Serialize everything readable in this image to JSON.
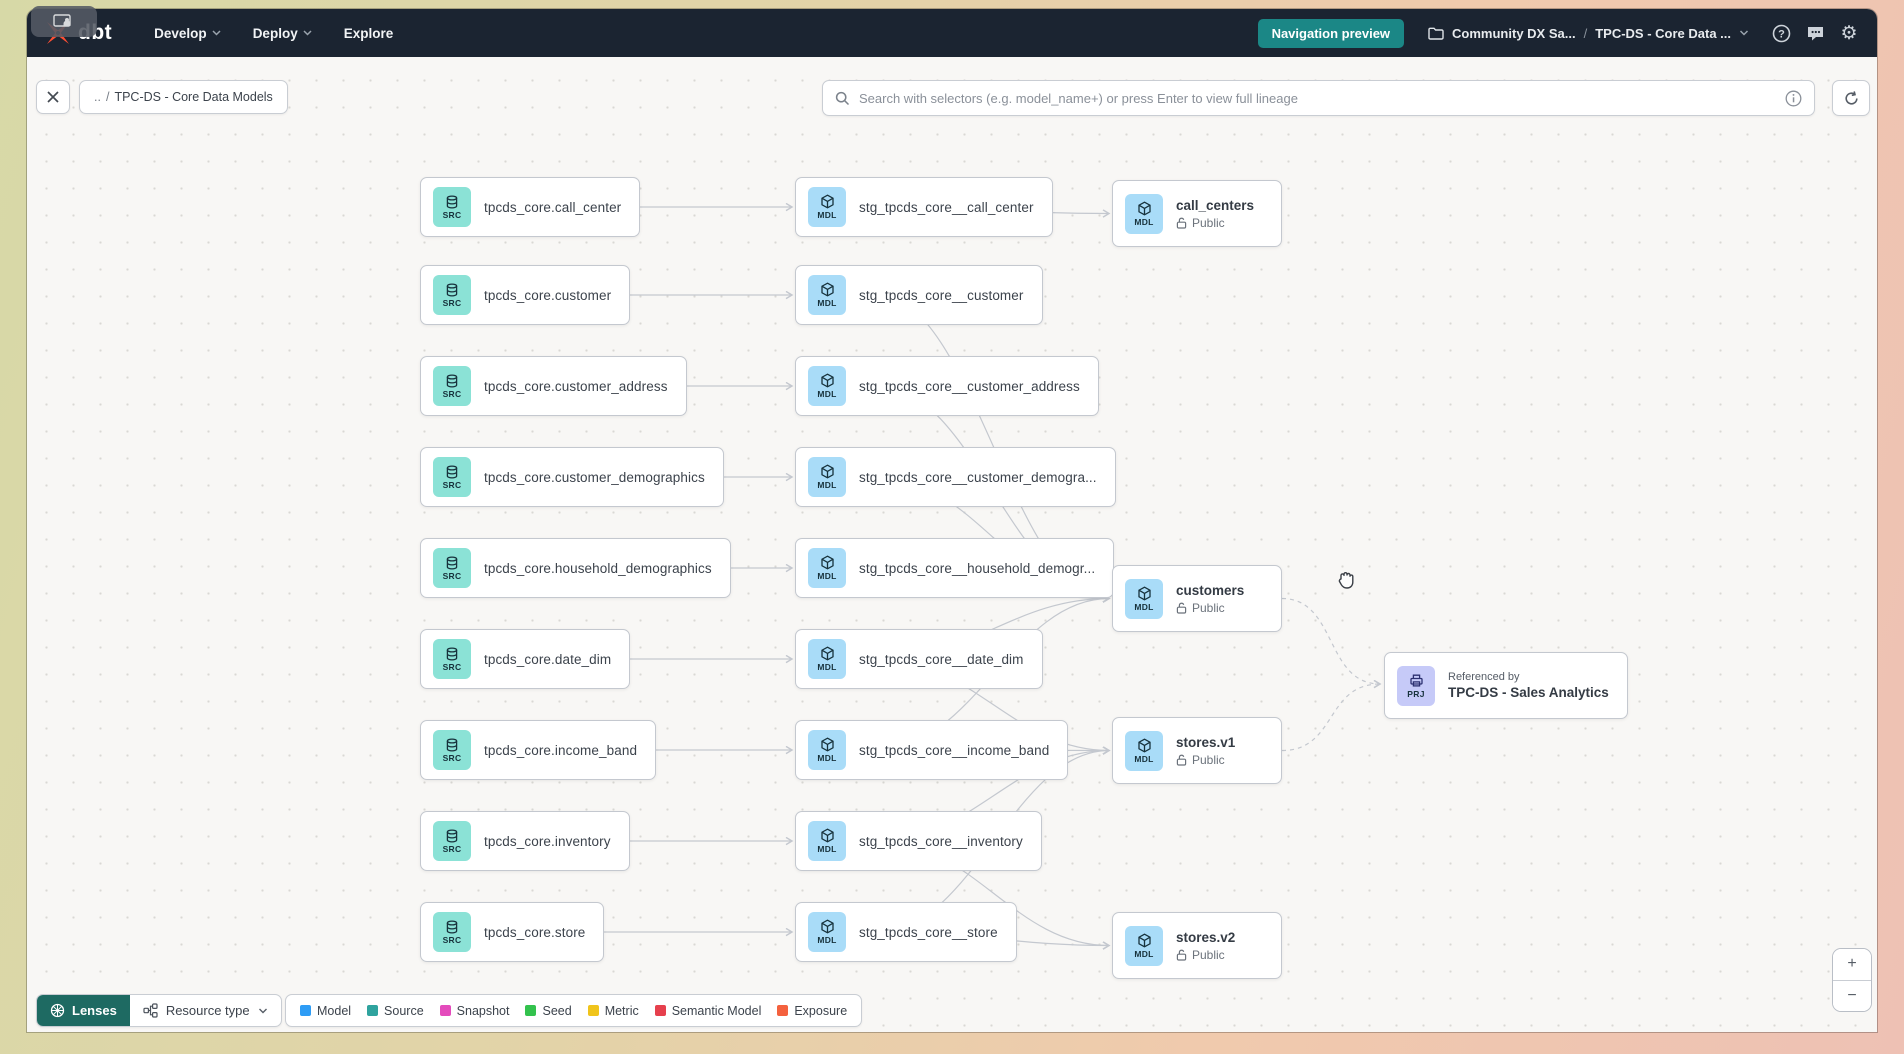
{
  "nav": {
    "logo_text": "dbt",
    "menus": [
      {
        "label": "Develop",
        "has_chevron": true
      },
      {
        "label": "Deploy",
        "has_chevron": true
      },
      {
        "label": "Explore",
        "has_chevron": false
      }
    ],
    "preview_button_label": "Navigation preview",
    "breadcrumb": {
      "project": "Community DX Sa...",
      "separator": "/",
      "page": "TPC-DS - Core Data ...",
      "chevron": "⌄"
    }
  },
  "toolbar": {
    "path_chip": {
      "back": "..",
      "separator": "/",
      "title": "TPC-DS - Core Data Models"
    },
    "search_placeholder": "Search with selectors (e.g. model_name+) or press Enter to view full lineage"
  },
  "graph": {
    "sources": [
      {
        "badge": "SRC",
        "label": "tpcds_core.call_center"
      },
      {
        "badge": "SRC",
        "label": "tpcds_core.customer"
      },
      {
        "badge": "SRC",
        "label": "tpcds_core.customer_address"
      },
      {
        "badge": "SRC",
        "label": "tpcds_core.customer_demographics"
      },
      {
        "badge": "SRC",
        "label": "tpcds_core.household_demographics"
      },
      {
        "badge": "SRC",
        "label": "tpcds_core.date_dim"
      },
      {
        "badge": "SRC",
        "label": "tpcds_core.income_band"
      },
      {
        "badge": "SRC",
        "label": "tpcds_core.inventory"
      },
      {
        "badge": "SRC",
        "label": "tpcds_core.store"
      }
    ],
    "staging": [
      {
        "badge": "MDL",
        "label": "stg_tpcds_core__call_center"
      },
      {
        "badge": "MDL",
        "label": "stg_tpcds_core__customer"
      },
      {
        "badge": "MDL",
        "label": "stg_tpcds_core__customer_address"
      },
      {
        "badge": "MDL",
        "label": "stg_tpcds_core__customer_demogra..."
      },
      {
        "badge": "MDL",
        "label": "stg_tpcds_core__household_demogr..."
      },
      {
        "badge": "MDL",
        "label": "stg_tpcds_core__date_dim"
      },
      {
        "badge": "MDL",
        "label": "stg_tpcds_core__income_band"
      },
      {
        "badge": "MDL",
        "label": "stg_tpcds_core__inventory"
      },
      {
        "badge": "MDL",
        "label": "stg_tpcds_core__store"
      }
    ],
    "marts": [
      {
        "badge": "MDL",
        "label": "call_centers",
        "access_label": "Public"
      },
      {
        "badge": "MDL",
        "label": "customers",
        "access_label": "Public"
      },
      {
        "badge": "MDL",
        "label": "stores.v1",
        "access_label": "Public"
      },
      {
        "badge": "MDL",
        "label": "stores.v2",
        "access_label": "Public"
      }
    ],
    "project_node": {
      "badge": "PRJ",
      "eyebrow": "Referenced by",
      "label": "TPC-DS - Sales Analytics"
    }
  },
  "footer": {
    "lenses_label": "Lenses",
    "resource_type_label": "Resource type",
    "legend": [
      {
        "label": "Model",
        "color": "#2e9cf5"
      },
      {
        "label": "Source",
        "color": "#2fa39e"
      },
      {
        "label": "Snapshot",
        "color": "#e44bbc"
      },
      {
        "label": "Seed",
        "color": "#33c24d"
      },
      {
        "label": "Metric",
        "color": "#f0c41b"
      },
      {
        "label": "Semantic Model",
        "color": "#e6404d"
      },
      {
        "label": "Exposure",
        "color": "#f4613e"
      }
    ]
  },
  "zoom_controls": {
    "zoom_in": "+",
    "zoom_out": "−"
  },
  "colors": {
    "accent_teal": "#1b8786",
    "logo_orange": "#ff4e33",
    "nav_bg": "#1b2431",
    "badge_source_bg": "#8be2d6",
    "badge_model_bg": "#a9dcf8",
    "badge_project_bg": "#c6caf8",
    "edge": "#c4c8cf"
  }
}
